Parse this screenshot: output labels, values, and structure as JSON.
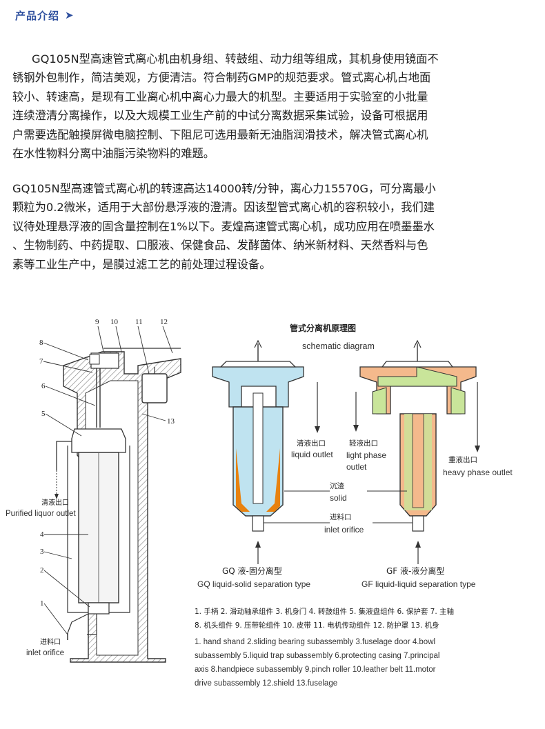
{
  "header": {
    "title": "产品介绍",
    "arrow_icon": "arrow-right-icon",
    "color": "#2e4f9e"
  },
  "paragraph1": {
    "lines": [
      "GQ105N型高速管式离心机由机身组、转鼓组、动力组等组成，其机身使用镜面不",
      "锈钢外包制作，简洁美观，方便清洁。符合制药GMP的规范要求。管式离心机占地面",
      "较小、转速高，是现有工业离心机中离心力最大的机型。主要适用于实验室的小批量",
      "连续澄清分离操作，以及大规模工业生产前的中试分离数据采集试验，设备可根据用",
      "户需要选配触摸屏微电脑控制、下阻尼可选用最新无油脂润滑技术，解决管式离心机",
      "在水性物料分离中油脂污染物料的难题。"
    ]
  },
  "paragraph2": {
    "lines": [
      "GQ105N型高速管式离心机的转速高达14000转/分钟，离心力15570G，可分离最小",
      "颗粒为0.2微米，适用于大部份悬浮液的澄清。因该型管式离心机的容积较小，我们建",
      "议待处理悬浮液的固含量控制在1%以下。麦煌高速管式离心机，成功应用在喷墨墨水",
      "、生物制药、中药提取、口服液、保健食品、发酵菌体、纳米新材料、天然香料与色",
      "素等工业生产中，是膜过滤工艺的前处理过程设备。"
    ]
  },
  "diagram": {
    "part_numbers": [
      "1",
      "2",
      "3",
      "4",
      "5",
      "6",
      "7",
      "8",
      "9",
      "10",
      "11",
      "12",
      "13"
    ],
    "left": {
      "purified_cn": "清液出口",
      "purified_en": "Purified liquor outlet",
      "inlet_cn": "进料口",
      "inlet_en": "inlet orifice"
    },
    "title_cn": "管式分离机原理图",
    "title_en": "schematic diagram",
    "gq": {
      "liquid_outlet_cn": "清液出口",
      "liquid_outlet_en": "liquid outlet",
      "type_cn": "GQ 液-固分离型",
      "type_en": "GQ liquid-solid separation type",
      "color_top": "#bfe3f0",
      "color_solid": "#e8820f"
    },
    "gf": {
      "light_phase_cn": "轻液出口",
      "light_phase_en_1": "light phase",
      "light_phase_en_2": "outlet",
      "heavy_phase_cn": "重液出口",
      "heavy_phase_en": "heavy phase outlet",
      "type_cn": "GF 液-液分离型",
      "type_en": "GF liquid-liquid separation type",
      "color_heavy": "#f4b98c",
      "color_light": "#c9e59a"
    },
    "solid_cn": "沉渣",
    "solid_en": "solid",
    "inlet_cn": "进料口",
    "inlet_en": "inlet orifice",
    "legend": {
      "cn_1": "1. 手柄  2. 滑动轴承组件  3. 机身门  4. 转鼓组件  5. 集液盘组件  6. 保护套  7. 主轴",
      "cn_2": "8. 机头组件  9. 压带轮组件  10. 皮带  11. 电机传动组件  12. 防护罩  13. 机身",
      "en_1": "1. hand shand  2.sliding bearing subassembly  3.fuselage door  4.bowl",
      "en_2": "subassembly  5.liquid trap subassembly  6.protecting casing  7.principal",
      "en_3": "axis  8.handpiece subassembly 9.pinch roller  10.leather belt  11.motor",
      "en_4": "drive subassembly  12.shield 13.fuselage"
    }
  }
}
